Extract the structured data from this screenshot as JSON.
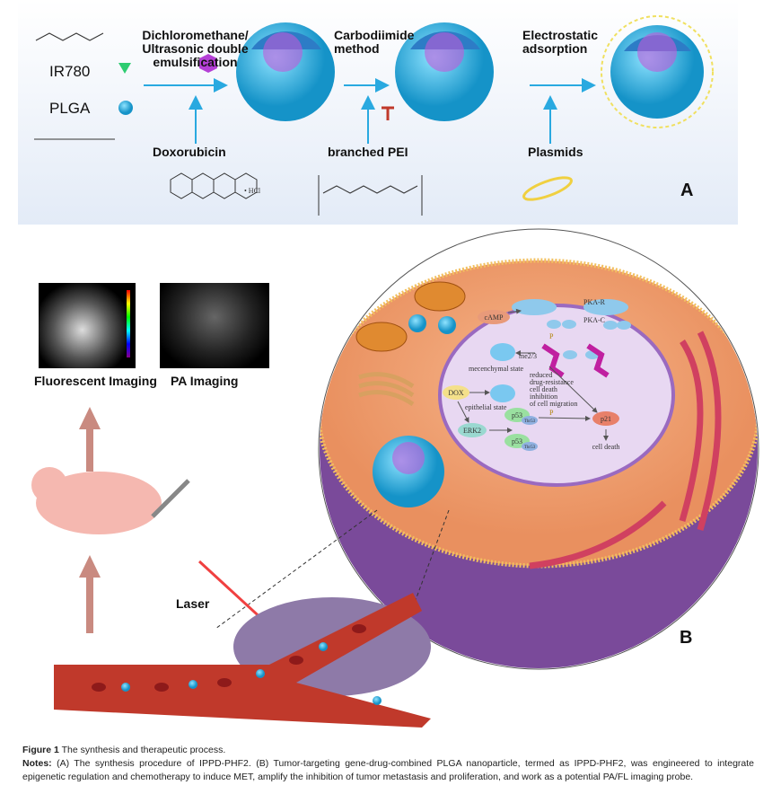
{
  "panel_a": {
    "label": "A",
    "materials": {
      "ir780": "IR780",
      "plga": "PLGA"
    },
    "step1": "Dichloromethane/ Ultrasonic double emulsification",
    "step2": "Carbodiimide method",
    "step3": "Electrostatic adsorption",
    "doxorubicin": "Doxorubicin",
    "pei": "branched PEI",
    "plasmids": "Plasmids",
    "hcl": "• HCl"
  },
  "panel_b": {
    "label": "B",
    "fluorescent_imaging": "Fluorescent Imaging",
    "pa_imaging": "PA Imaging",
    "laser": "Laser",
    "cell": {
      "camp": "cAMP",
      "pka_r": "PKA-R",
      "pka_c": "PKA-C",
      "me": "me2/3",
      "mesenchymal": "mecenchymal state",
      "epithelial": "epithelial state",
      "outcomes": [
        "reduced",
        "drug-resistance",
        "cell death",
        "inhibition",
        "of cell migration"
      ],
      "dox": "DOX",
      "erk2": "ERK2",
      "p53": "p53",
      "thr": "Thr53",
      "p21": "p21",
      "cell_death": "cell death",
      "p": "P"
    }
  },
  "caption": {
    "figure_label": "Figure 1",
    "figure_title": "The synthesis and therapeutic process.",
    "notes_label": "Notes:",
    "notes_text": "(A) The synthesis procedure of IPPD-PHF2. (B) Tumor-targeting gene-drug-combined PLGA nanoparticle, termed as IPPD-PHF2, was engineered to integrate epigenetic regulation and chemotherapy to induce MET, amplify the inhibition of tumor metastasis and proliferation, and work as a potential PA/FL imaging probe."
  },
  "colors": {
    "panel_bg": "#e8eef8",
    "arrow": "#29a9e0",
    "np": "#3bbde6",
    "cytoplasm": "#f2a679",
    "nucleus": "#e8d8f2",
    "membrane": "#7a4a9a",
    "vessel": "#c0392b"
  }
}
